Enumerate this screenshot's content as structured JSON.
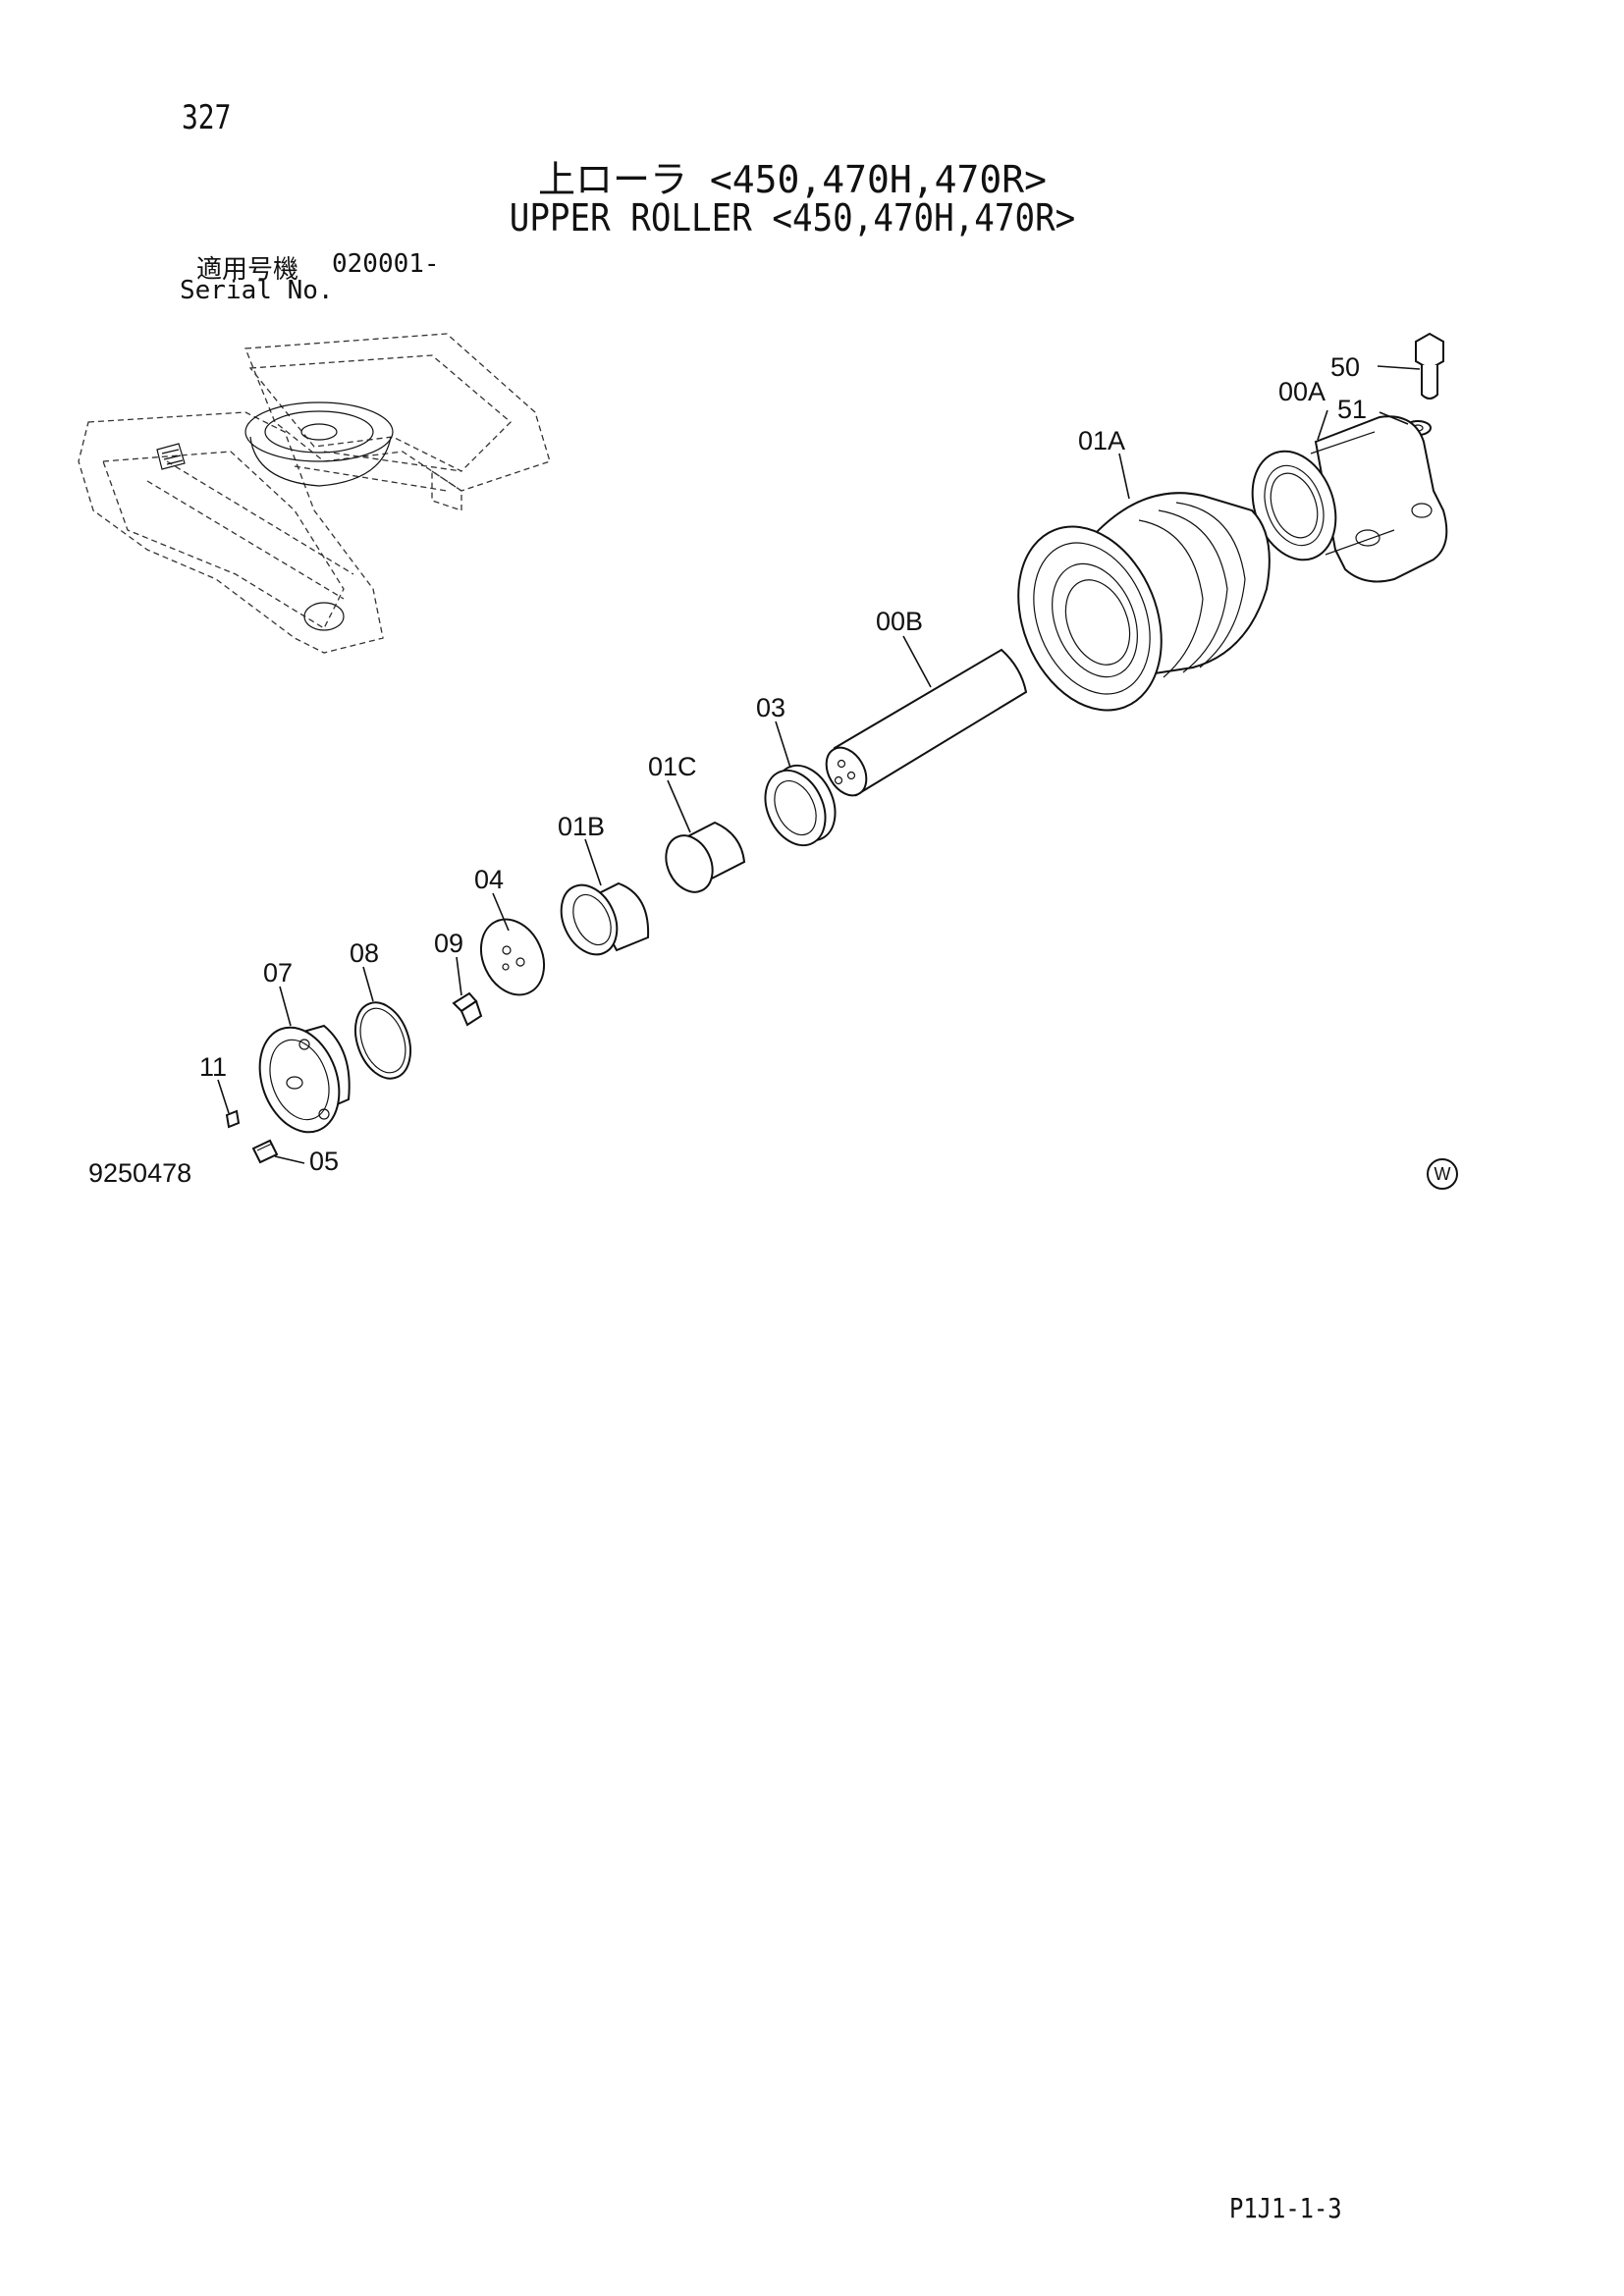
{
  "page_number": "327",
  "title_jp": "上ローラ <450,470H,470R>",
  "title_en": "UPPER ROLLER <450,470H,470R>",
  "serial": {
    "label_jp": "適用号機",
    "code": "020001-",
    "label_en": "Serial No."
  },
  "callouts": {
    "p50": "50",
    "p00A": "00A",
    "p51": "51",
    "p01A": "01A",
    "p00B": "00B",
    "p03": "03",
    "p01C": "01C",
    "p01B": "01B",
    "p04": "04",
    "p09": "09",
    "p08": "08",
    "p07": "07",
    "p11": "11",
    "p05": "05"
  },
  "drawing_number": "9250478",
  "watermark_symbol": "W",
  "footer_code": "P1J1-1-3"
}
